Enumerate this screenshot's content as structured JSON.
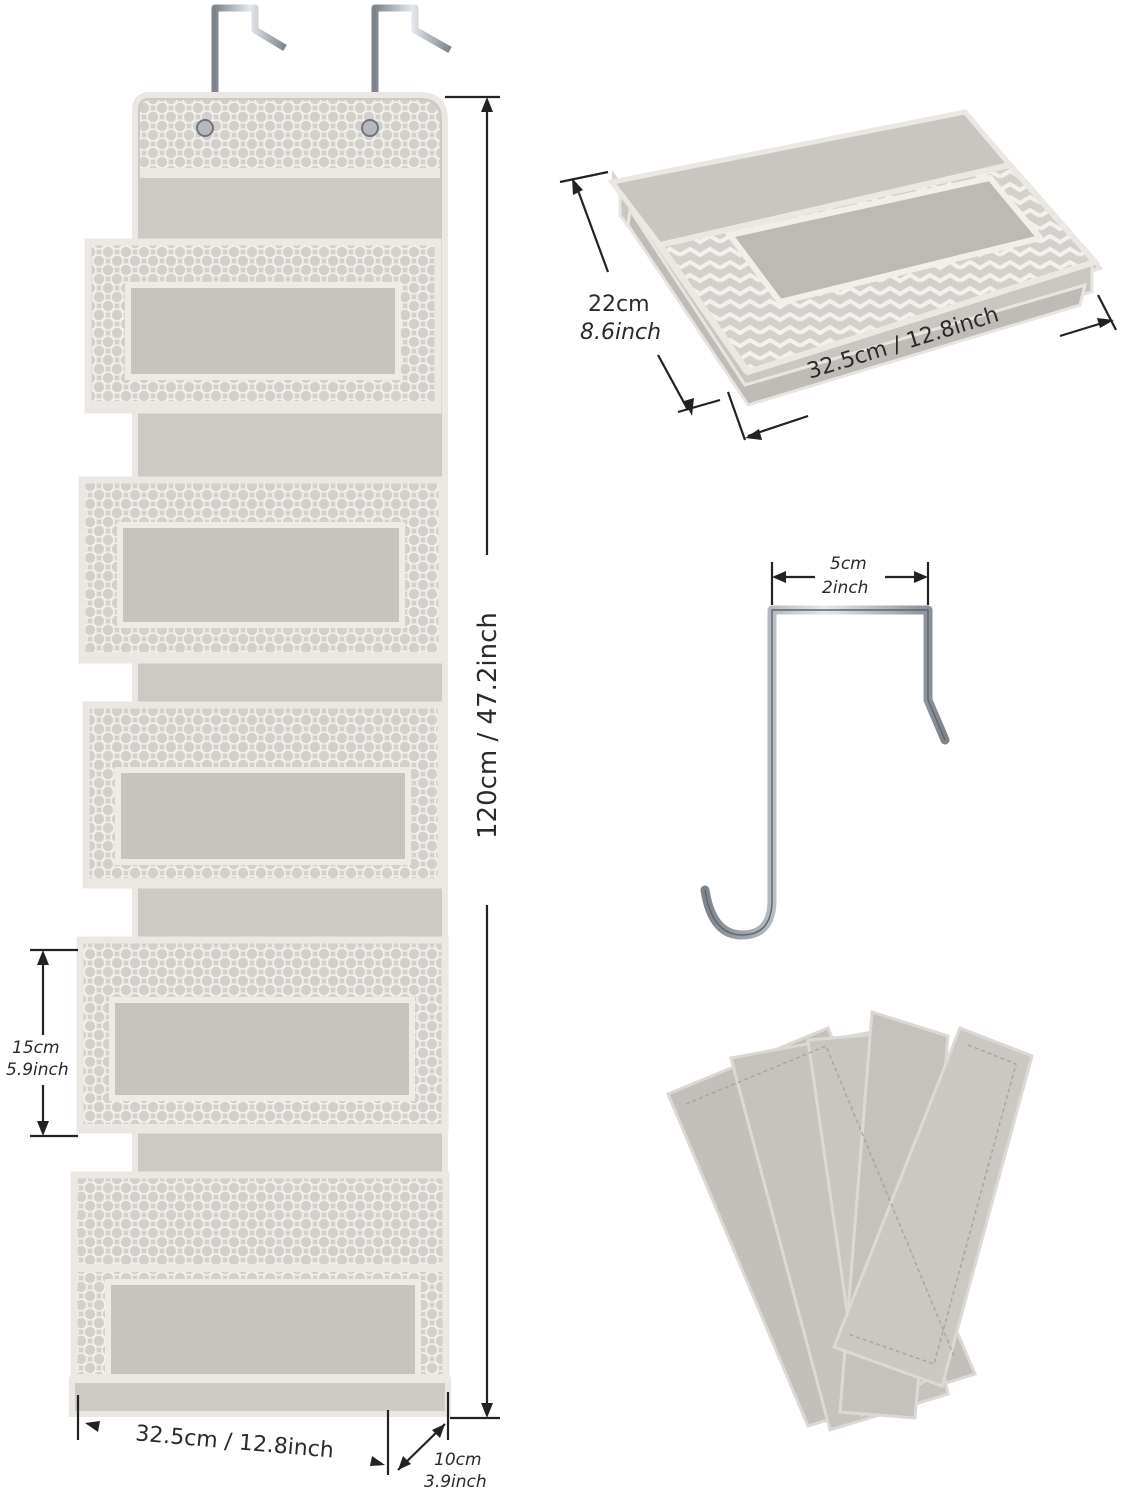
{
  "organizer": {
    "height_label": "120cm / 47.2inch",
    "width_label": "32.5cm / 12.8inch",
    "depth_label_cm": "10cm",
    "depth_label_inch": "3.9inch",
    "pocket_label_cm": "15cm",
    "pocket_label_inch": "5.9inch"
  },
  "folded_bin": {
    "height_label_cm": "22cm",
    "height_label_inch": "8.6inch",
    "width_label": "32.5cm / 12.8inch"
  },
  "hook": {
    "width_label_cm": "5cm",
    "width_label_inch": "2inch"
  },
  "colors": {
    "fabric": "#cfccc8",
    "fabric_dark": "#bdb9b4",
    "trim": "#ebe8e3",
    "window": "#c9c6c2",
    "metal": "#9aa0a6",
    "line": "#222222"
  }
}
